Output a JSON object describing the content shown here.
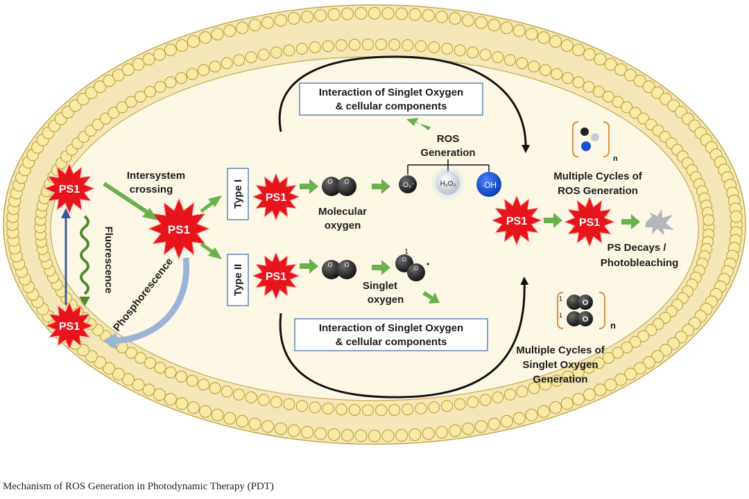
{
  "caption": "Mechanism of ROS Generation in Photodynamic Therapy (PDT)",
  "labels": {
    "ps": "PS1",
    "isc_line1": "Intersystem",
    "isc_line2": "crossing",
    "fluorescence": "Fluorescence",
    "phosphorescence": "Phosphorescence",
    "type1": "Type I",
    "type2": "Type II",
    "mol_ox_line1": "Molecular",
    "mol_ox_line2": "oxygen",
    "singlet_line1": "Singlet",
    "singlet_line2": "oxygen",
    "singlet_superscript": "1",
    "ros_line1": "ROS",
    "ros_line2": "Generation",
    "superoxide": "·O₂⁻",
    "h2o2": "H₂O₂",
    "hydroxyl": "·OH",
    "oxygen_atom": "O",
    "interaction_line1": "Interaction of Singlet Oxygen",
    "interaction_line2": "& cellular components",
    "multi_ros_line1": "Multiple Cycles of",
    "multi_ros_line2": "ROS Generation",
    "multi_singlet_line1": "Multiple Cycles of",
    "multi_singlet_line2": "Singlet Oxygen",
    "multi_singlet_line3": "Generation",
    "decay_line1": "PS Decays /",
    "decay_line2": "Photobleaching",
    "subscript_n": "n"
  },
  "colors": {
    "membrane_outer": "#f3e7b8",
    "membrane_head": "#f7eaa6",
    "membrane_head_stroke": "#b9972e",
    "cytoplasm": "#fdf8e6",
    "ps_red": "#e8141c",
    "green_arrow": "#6ab04c",
    "black": "#111111",
    "blue_arrow": "#3d5a99",
    "box_border": "#5b86b8"
  }
}
